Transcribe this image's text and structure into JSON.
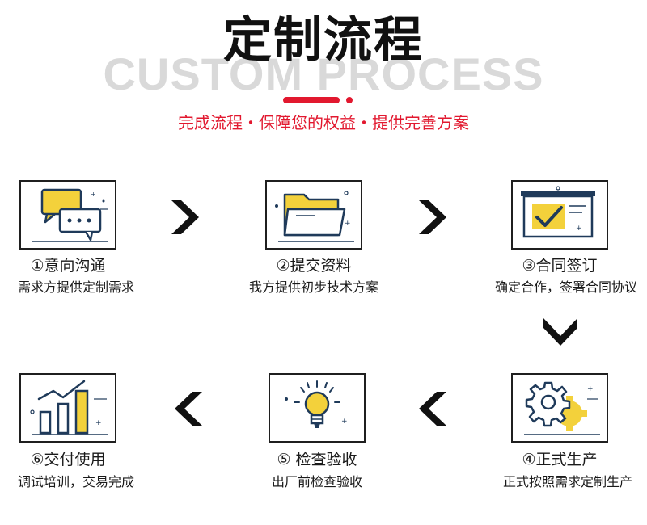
{
  "header": {
    "title": "定制流程",
    "bg_text": "CUSTOM PROCESS",
    "subtitle": "完成流程・保障您的权益・提供完善方案",
    "accent_color": "#e2182f"
  },
  "steps": [
    {
      "label": "①意向沟通",
      "desc": "需求方提供定制需求",
      "icon": "chat-bubbles-icon"
    },
    {
      "label": "②提交资料",
      "desc": "我方提供初步技术方案",
      "icon": "folder-icon"
    },
    {
      "label": "③合同签订",
      "desc": "确定合作，签署合同协议",
      "icon": "contract-check-icon"
    },
    {
      "label": "④正式生产",
      "desc": "正式按照需求定制生产",
      "icon": "gears-icon"
    },
    {
      "label": "⑤ 检查验收",
      "desc": "出厂前检查验收",
      "icon": "lightbulb-icon"
    },
    {
      "label": "⑥交付使用",
      "desc": "调试培训，交易完成",
      "icon": "bar-chart-icon"
    }
  ],
  "colors": {
    "icon_yellow": "#f3d13b",
    "icon_navy": "#1f3a5a",
    "icon_line": "#1f1f1f"
  }
}
